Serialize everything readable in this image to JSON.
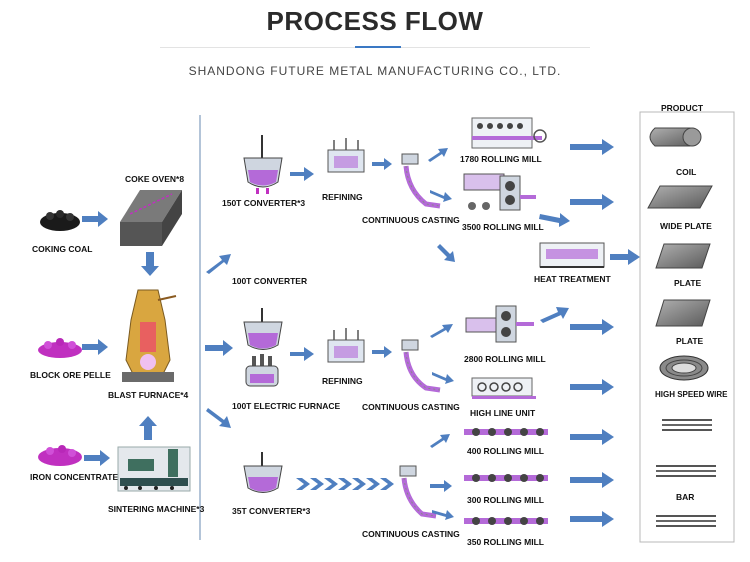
{
  "header": {
    "title": "PROCESS FLOW",
    "subtitle": "SHANDONG FUTURE METAL MANUFACTURING CO., LTD."
  },
  "raw_materials": {
    "coking_coal": "COKING COAL",
    "block_ore": "BLOCK ORE PELLE",
    "iron_concentrate": "IRON CONCENTRATE"
  },
  "ironmaking": {
    "coke_oven": "COKE OVEN*8",
    "blast_furnace": "BLAST FURNACE*4",
    "sintering": "SINTERING MACHINE*3"
  },
  "steelmaking": {
    "converter_150": "150T CONVERTER*3",
    "converter_100": "100T CONVERTER",
    "electric_furnace": "100T  ELECTRIC FURNACE",
    "converter_35": "35T CONVERTER*3",
    "refining_1": "REFINING",
    "refining_2": "REFINING"
  },
  "casting": {
    "cc_1": "CONTINUOUS CASTING",
    "cc_2": "CONTINUOUS CASTING",
    "cc_3": "CONTINUOUS CASTING"
  },
  "rolling": {
    "mill_1780": "1780 ROLLING MILL",
    "mill_3500": "3500 ROLLING MILL",
    "heat_treatment": "HEAT TREATMENT",
    "mill_2800": "2800 ROLLING MILL",
    "high_line": "HIGH LINE UNIT",
    "mill_400": "400 ROLLING MILL",
    "mill_300": "300 ROLLING MILL",
    "mill_350": "350 ROLLING MILL"
  },
  "products": {
    "header": "PRODUCT",
    "coil": "COIL",
    "wide_plate": "WIDE PLATE",
    "plate_1": "PLATE",
    "plate_2": "PLATE",
    "wire": "HIGH SPEED WIRE",
    "bar": "BAR"
  },
  "colors": {
    "arrow": "#4f7fc0",
    "accent": "#3a78c4",
    "purple": "#a040c8",
    "steel": "#8c8c8c"
  }
}
